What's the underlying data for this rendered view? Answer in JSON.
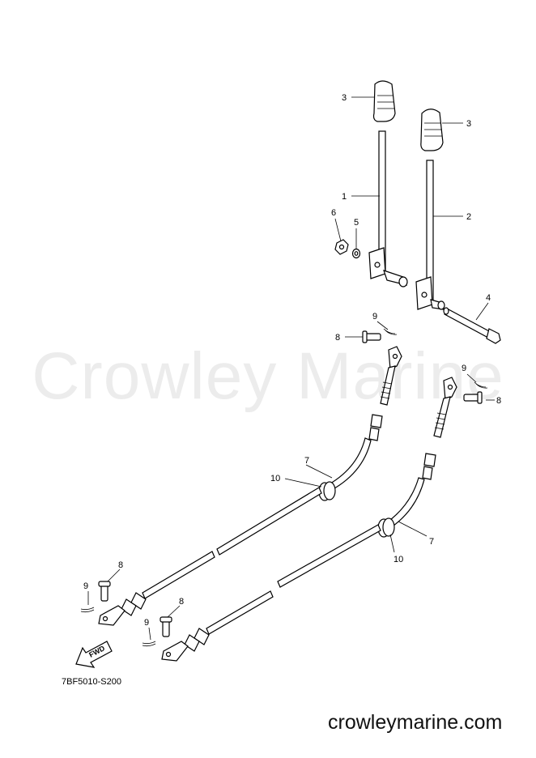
{
  "watermark": "Crowley Marine",
  "diagram_code": "7BF5010-S200",
  "website": "crowleymarine.com",
  "fwd_label": "FWD",
  "callouts": {
    "c3a": "3",
    "c3b": "3",
    "c1": "1",
    "c2": "2",
    "c6": "6",
    "c5": "5",
    "c4": "4",
    "c9a": "9",
    "c8a": "8",
    "c9b": "9",
    "c8b": "8",
    "c7a": "7",
    "c10a": "10",
    "c10b": "10",
    "c7b": "7",
    "c8c": "8",
    "c9c": "9",
    "c8d": "8",
    "c9d": "9"
  }
}
